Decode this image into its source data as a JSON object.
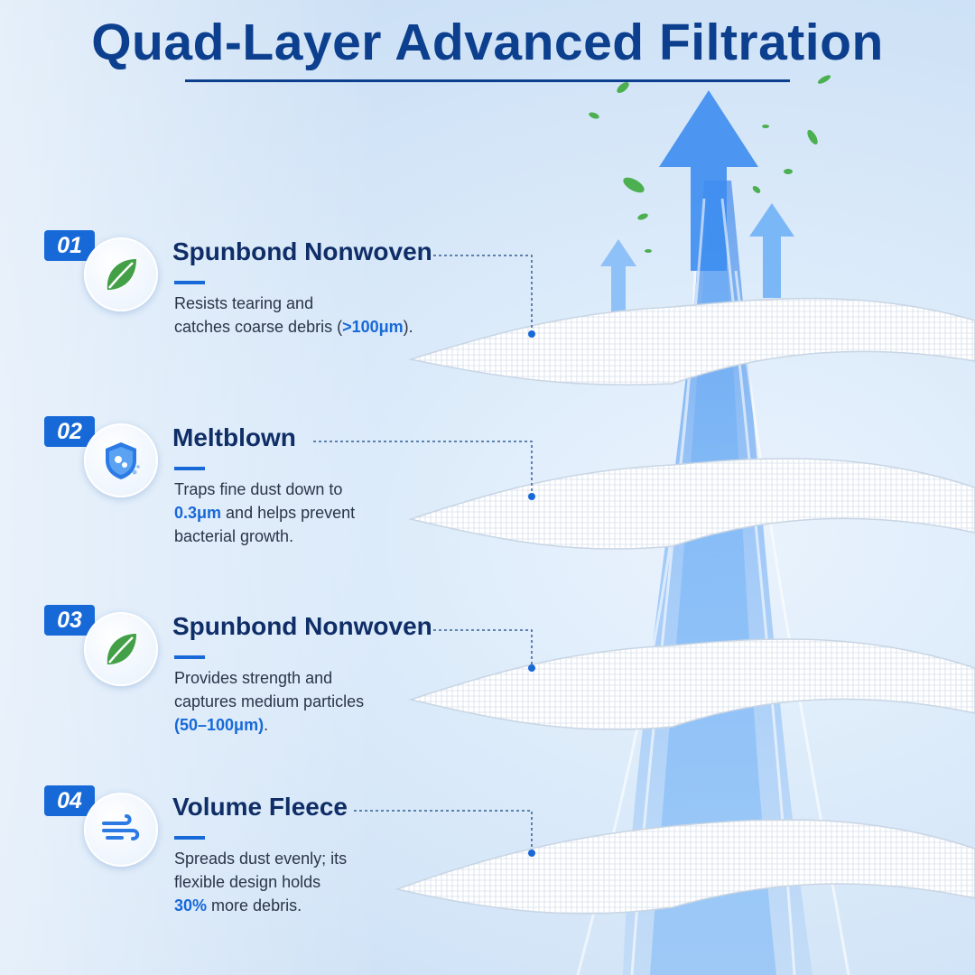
{
  "title": "Quad-Layer Advanced Filtration",
  "colors": {
    "title": "#0d3f8f",
    "accent": "#1769d8",
    "heading": "#0f2d66",
    "body": "#2a3548"
  },
  "layers": [
    {
      "number": "01",
      "icon": "leaf-icon",
      "title": "Spunbond Nonwoven",
      "desc": [
        "Resists tearing and",
        "catches coarse debris (",
        ">100μm",
        ")."
      ]
    },
    {
      "number": "02",
      "icon": "shield-icon",
      "title": "Meltblown",
      "desc": [
        "Traps fine dust down to",
        "0.3μm",
        " and helps prevent",
        "bacterial growth."
      ]
    },
    {
      "number": "03",
      "icon": "leaf-icon",
      "title": "Spunbond Nonwoven",
      "desc": [
        "Provides strength and",
        "captures medium particles",
        "(50–100μm)",
        "."
      ]
    },
    {
      "number": "04",
      "icon": "wind-icon",
      "title": "Volume Fleece",
      "desc": [
        "Spreads dust evenly; its",
        "flexible design holds",
        "30%",
        " more debris."
      ]
    }
  ]
}
